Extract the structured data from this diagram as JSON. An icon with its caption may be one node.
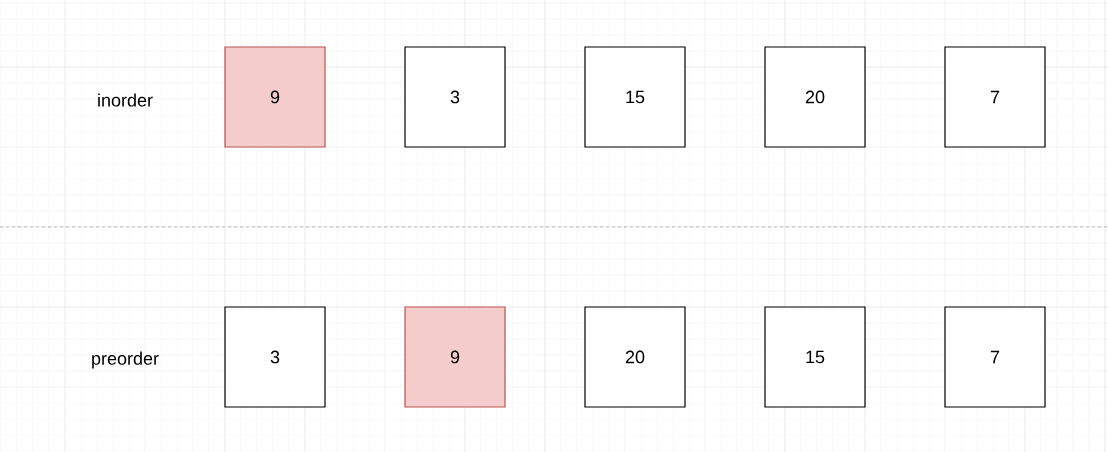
{
  "diagram": {
    "nodes": [
      {
        "text": [
          "9"
        ]
      },
      {
        "text": [
          "3"
        ]
      },
      {
        "text": [
          "15"
        ]
      },
      {
        "text": [
          "20"
        ]
      },
      {
        "text": [
          "7"
        ]
      },
      {
        "text": [
          "3"
        ]
      },
      {
        "text": [
          "9"
        ]
      },
      {
        "text": [
          "20"
        ]
      },
      {
        "text": [
          "15"
        ]
      },
      {
        "text": [
          "7"
        ]
      }
    ],
    "labels": [
      "inorder",
      "preorder"
    ]
  }
}
